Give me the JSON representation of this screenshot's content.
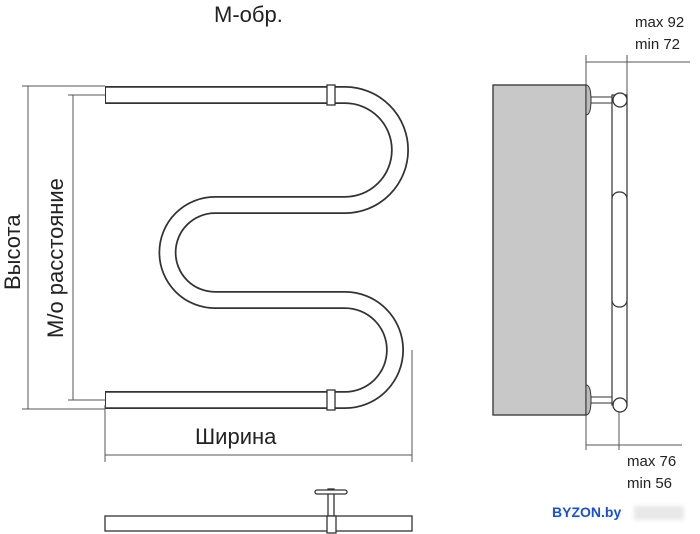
{
  "title": "М-обр.",
  "labels": {
    "height": "Высота",
    "center_distance": "М/о расстояние",
    "width": "Ширина"
  },
  "side_view": {
    "top_dim": [
      "max 92",
      "min 72"
    ],
    "bottom_dim": [
      "max 76",
      "min 56"
    ]
  },
  "watermark": "BYZON.by",
  "colors": {
    "wall": "#c8c8c8",
    "watermark": "#1a4fd8"
  }
}
